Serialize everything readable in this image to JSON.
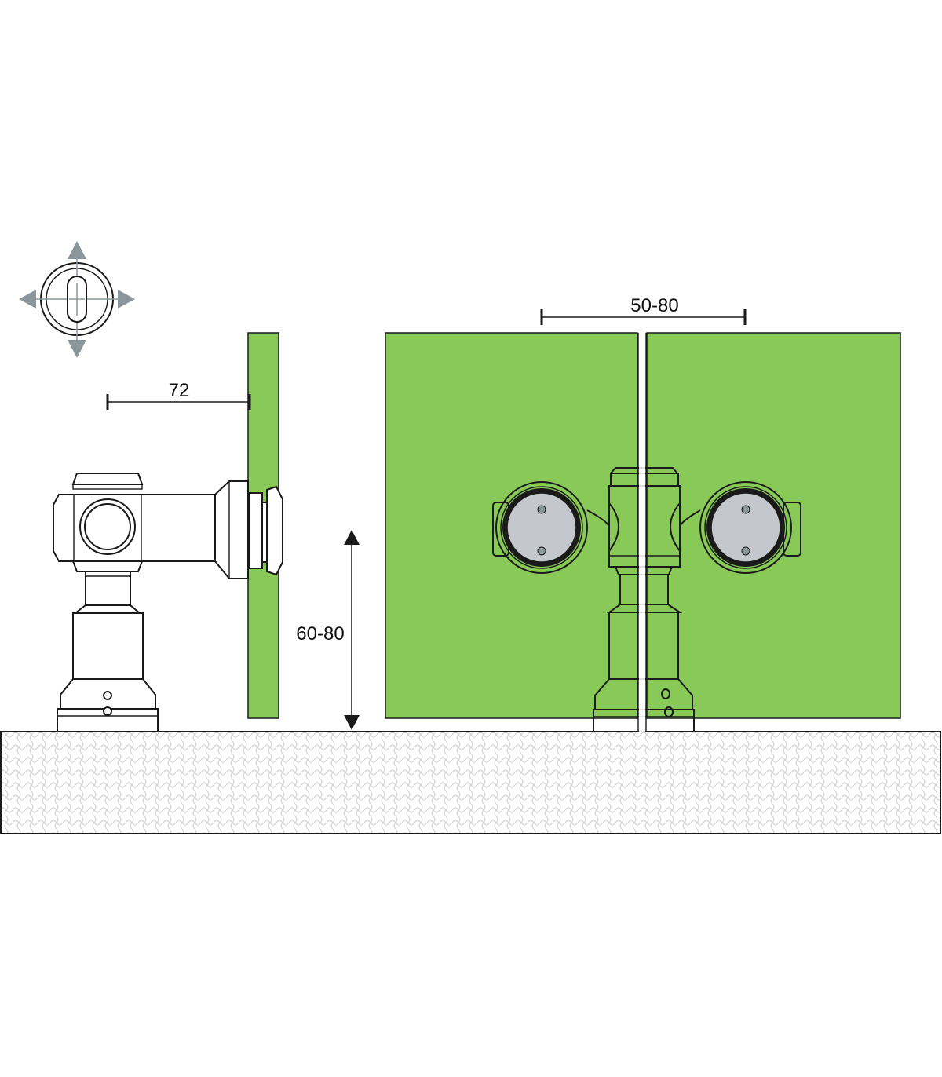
{
  "colors": {
    "glass": "#88c957",
    "floor_hatch": "#c8c8c8",
    "arrow_grey": "#8a959c",
    "disc_grey": "#c4c8cc"
  },
  "icons": {
    "adjustment": "four-way-arrow-adjustment-icon"
  },
  "dimensions": {
    "offset": "72",
    "gap": "50-80",
    "height": "60-80"
  }
}
